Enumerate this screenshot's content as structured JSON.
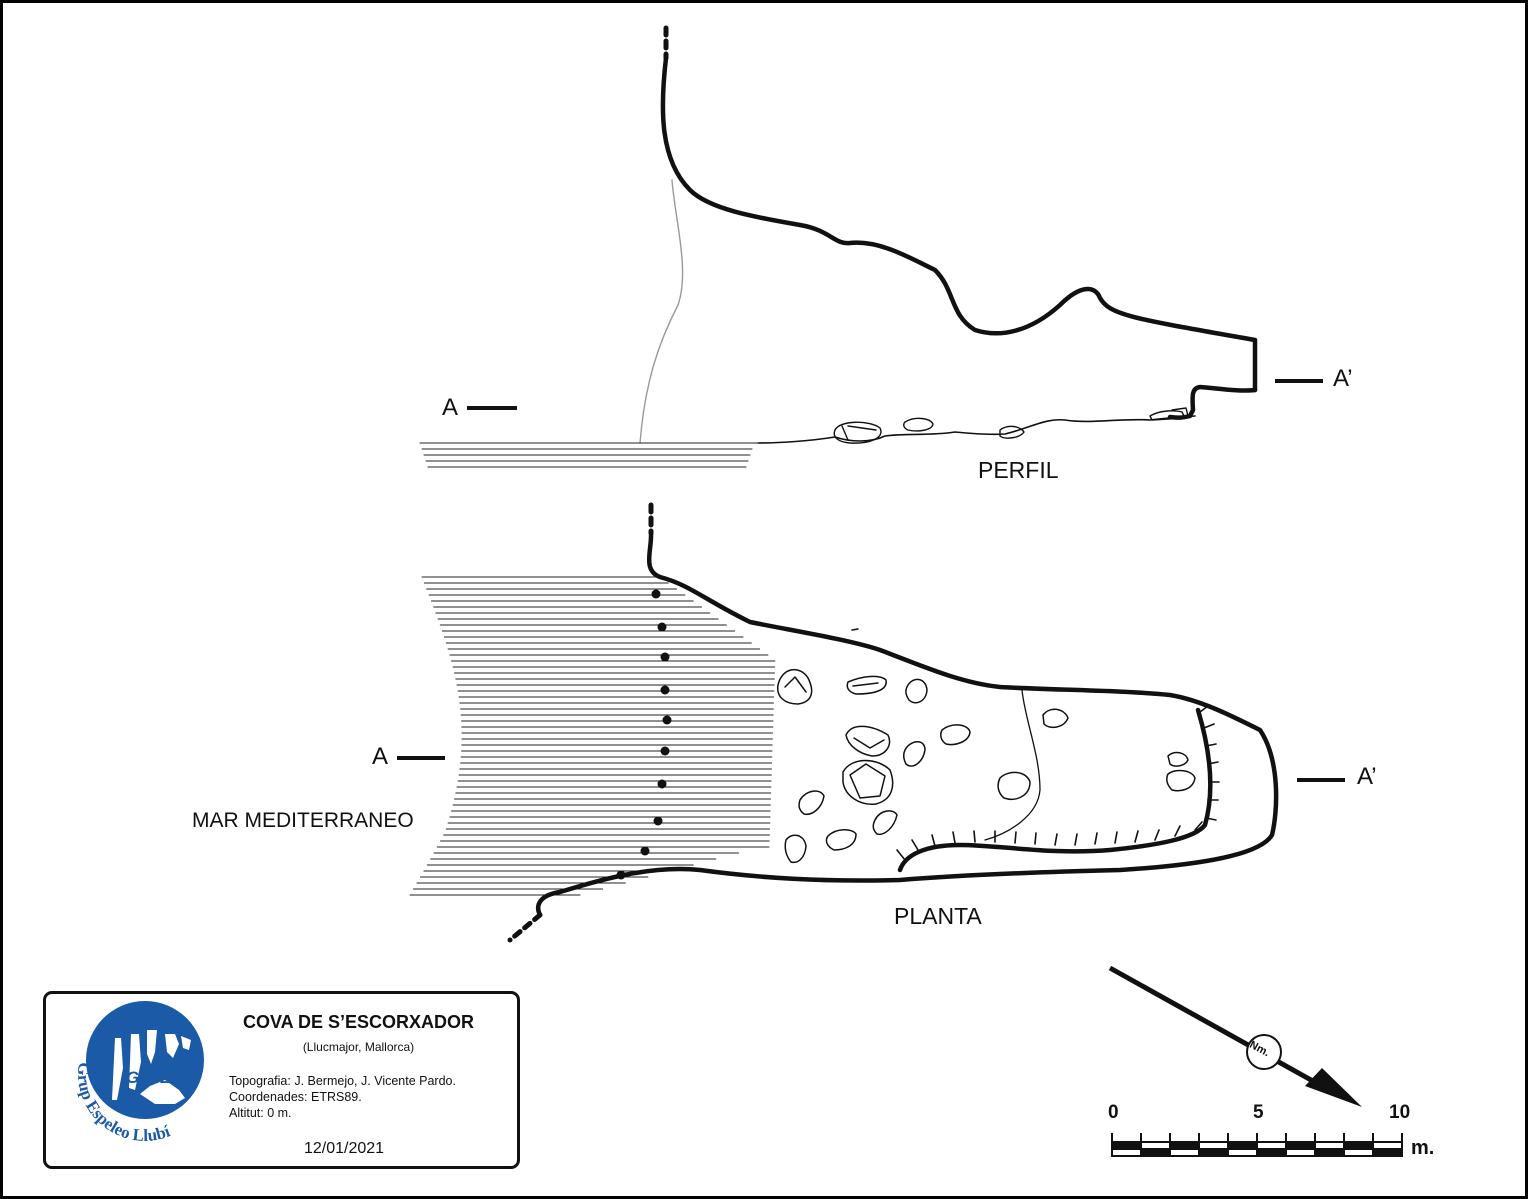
{
  "sections": {
    "a_left": "A",
    "a_right": "A’"
  },
  "views": {
    "profile": "PERFIL",
    "plan": "PLANTA"
  },
  "sea_label": "MAR MEDITERRANEO",
  "title_block": {
    "title": "COVA DE S’ESCORXADOR",
    "location": "(Llucmajor, Mallorca)",
    "topography": "Topografia: J. Bermejo, J. Vicente Pardo.",
    "coordinates": "Coordenades:  ETRS89.",
    "altitude": "Altitut: 0 m.",
    "date": "12/01/2021",
    "logo_text": "G.E.LL.",
    "logo_ring_text": "Grup Espeleo Llubí",
    "logo_color": "#1a5aa6"
  },
  "north_arrow": {
    "label": "Nm."
  },
  "scale_bar": {
    "labels": [
      "0",
      "5",
      "10"
    ],
    "unit": "m."
  },
  "colors": {
    "ink": "#111111",
    "water_lines": "#222222",
    "section_line_grey": "#9a9a9a"
  }
}
